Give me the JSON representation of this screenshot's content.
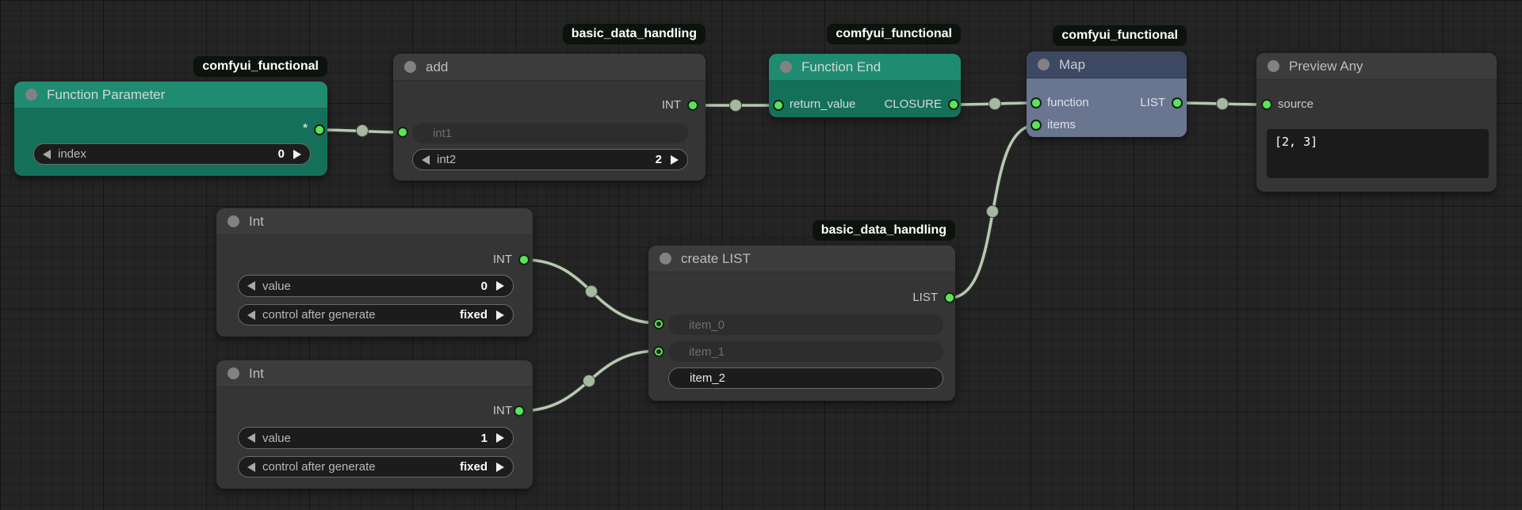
{
  "nodes": {
    "function_parameter": {
      "tag": "comfyui_functional",
      "title": "Function Parameter",
      "outputs": [
        {
          "label": "*"
        }
      ],
      "widgets": [
        {
          "label": "index",
          "value": "0"
        }
      ]
    },
    "add": {
      "tag": "basic_data_handling",
      "title": "add",
      "outputs": [
        {
          "label": "INT"
        }
      ],
      "inputs": [
        {
          "label": "int1"
        }
      ],
      "widgets": [
        {
          "label": "int2",
          "value": "2"
        }
      ]
    },
    "function_end": {
      "tag": "comfyui_functional",
      "title": "Function End",
      "inputs": [
        {
          "label": "return_value"
        }
      ],
      "outputs": [
        {
          "label": "CLOSURE"
        }
      ]
    },
    "map": {
      "tag": "comfyui_functional",
      "title": "Map",
      "inputs": [
        {
          "label": "function"
        },
        {
          "label": "items"
        }
      ],
      "outputs": [
        {
          "label": "LIST"
        }
      ]
    },
    "preview_any": {
      "title": "Preview Any",
      "inputs": [
        {
          "label": "source"
        }
      ],
      "preview_text": "[2, 3]"
    },
    "int_top": {
      "title": "Int",
      "outputs": [
        {
          "label": "INT"
        }
      ],
      "widgets": [
        {
          "label": "value",
          "value": "0"
        },
        {
          "label": "control after generate",
          "value": "fixed"
        }
      ]
    },
    "int_bottom": {
      "title": "Int",
      "outputs": [
        {
          "label": "INT"
        }
      ],
      "widgets": [
        {
          "label": "value",
          "value": "1"
        },
        {
          "label": "control after generate",
          "value": "fixed"
        }
      ]
    },
    "create_list": {
      "tag": "basic_data_handling",
      "title": "create LIST",
      "outputs": [
        {
          "label": "LIST"
        }
      ],
      "inputs": [
        {
          "label": "item_0"
        },
        {
          "label": "item_1"
        }
      ],
      "widgets": [
        {
          "label": "item_2"
        }
      ]
    }
  },
  "colors": {
    "background": "#242424",
    "node_dark_header": "#3c3c3c",
    "node_dark_body": "#353535",
    "node_teal_header": "#1f8c72",
    "node_teal_body": "#157059",
    "node_blue_header": "#3d4963",
    "node_blue_body": "#6a7590",
    "socket_green": "#58e658",
    "wire": "#b9c8b1",
    "tag_background": "#0c130d",
    "tag_text": "#ffffff"
  }
}
